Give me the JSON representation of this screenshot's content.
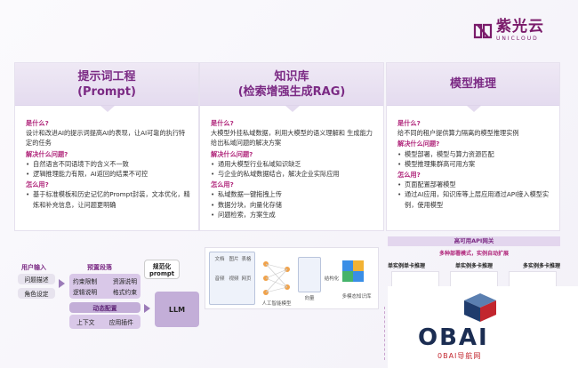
{
  "brand": {
    "name_cn": "紫光云",
    "name_en": "UNICLOUD",
    "color": "#7a1b6a"
  },
  "cards": [
    {
      "title_line1": "提示词工程",
      "title_line2": "(Prompt)",
      "q1": "是什么?",
      "a1": "设计和改进AI的提示词提高AI的表现，让AI可靠的执行特定的任务",
      "q2": "解决什么问题?",
      "problems": [
        "自然语言不同语境下的含义不一致",
        "逻辑推理能力有限，AI返回的结果不可控"
      ],
      "q3": "怎么用?",
      "usage": [
        "基于标准模板和历史记忆的Prompt封装，文本优化，精炼和补充信息，让问题更明确"
      ]
    },
    {
      "title_line1": "知识库",
      "title_line2": "(检索增强生成RAG)",
      "q1": "是什么?",
      "a1": "大模型外挂私域数据，利用大模型的语义理解和 生成能力给出私域问题的解决方案",
      "q2": "解决什么问题?",
      "problems": [
        "通用大模型行业私域知识缺乏",
        "与企业的私域数据结合，解决企业实际应用"
      ],
      "q3": "怎么用?",
      "usage": [
        "私域数据一键拖拽上传",
        "数据分块，向量化存储",
        "问题检索，方案生成"
      ]
    },
    {
      "title_line1": "模型推理",
      "title_line2": "",
      "q1": "是什么?",
      "a1": "给不同的租户提供算力隔离的模型推理实例",
      "q2": "解决什么问题?",
      "problems": [
        "模型部署，模型与算力资源匹配",
        "模型推理集群高可用方案"
      ],
      "q3": "怎么用?",
      "usage": [
        "页面配置部署模型",
        "通过AI应用，知识库等上层应用通过API接入模型实例，使用模型"
      ]
    }
  ],
  "flow": {
    "user_input": "用户输入",
    "problem_desc": "问题描述",
    "role_setting": "角色设定",
    "preset_para": "预置段落",
    "constraint": "约束限制",
    "resource_desc": "资源说明",
    "logic_desc": "逻辑说明",
    "format_constraint": "格式约束",
    "dynamic_config": "动态配置",
    "context": "上下文",
    "app_plugin": "应用插件",
    "normalized": "规范化",
    "prompt": "prompt",
    "llm": "LLM"
  },
  "rag": {
    "icons": [
      "文档",
      "图片",
      "表格",
      "音频",
      "视频",
      "网页"
    ],
    "labels": [
      "人工智能模型",
      "向量",
      "结构化",
      "多模态知识库"
    ]
  },
  "inference": {
    "api_gateway": "高可用API网关",
    "deploy_modes": "多种部署模式，实例自动扩展",
    "cols": [
      "单实例单卡推理",
      "单实例多卡推理",
      "多实例多卡推理"
    ]
  },
  "watermark": {
    "main": "OBAI",
    "sub": "0BAI导航网"
  }
}
